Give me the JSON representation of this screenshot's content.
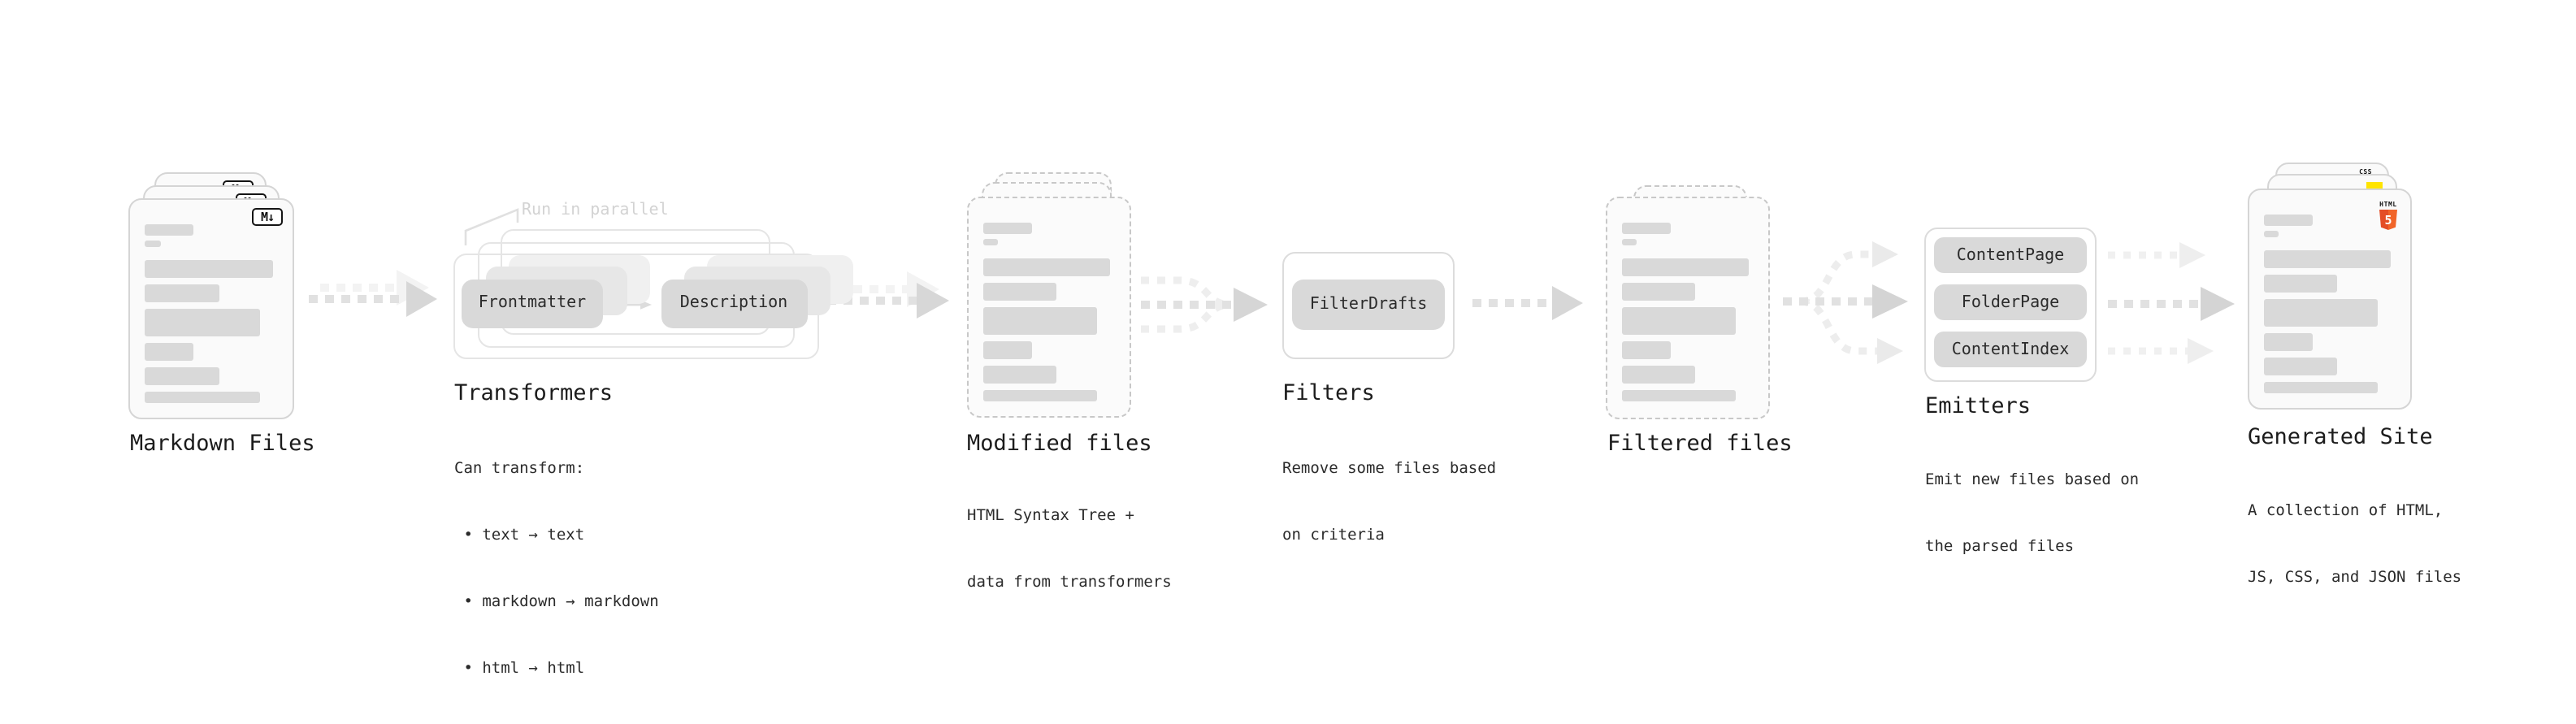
{
  "stages": {
    "markdown": {
      "label": "Markdown Files",
      "badge": "M↓"
    },
    "transformers": {
      "label": "Transformers",
      "annotation": "Run in parallel",
      "buttons": {
        "from": "Frontmatter",
        "to": "Description"
      },
      "desc_lines": [
        "Can transform:",
        " • text → text",
        " • markdown → markdown",
        " • html → html"
      ]
    },
    "modified": {
      "label": "Modified files",
      "desc_lines": [
        "HTML Syntax Tree +",
        "data from transformers"
      ]
    },
    "filters": {
      "label": "Filters",
      "button": "FilterDrafts",
      "desc_lines": [
        "Remove some files based",
        "on criteria"
      ]
    },
    "filtered": {
      "label": "Filtered files"
    },
    "emitters": {
      "label": "Emitters",
      "buttons": [
        "ContentPage",
        "FolderPage",
        "ContentIndex"
      ],
      "desc_lines": [
        "Emit new files based on",
        "the parsed files"
      ]
    },
    "generated": {
      "label": "Generated Site",
      "badges": {
        "html_word": "HTML",
        "html_num": "5",
        "css_word": "CSS"
      },
      "desc_lines": [
        "A collection of HTML,",
        "JS, CSS, and JSON files"
      ]
    }
  },
  "colors": {
    "html5_orange": "#e44d26",
    "js_yellow": "#ffe400",
    "css_blue": "#2e6be6",
    "skeleton_gray": "#d9d9d9",
    "arrow_gray": "#d7d7d7"
  }
}
